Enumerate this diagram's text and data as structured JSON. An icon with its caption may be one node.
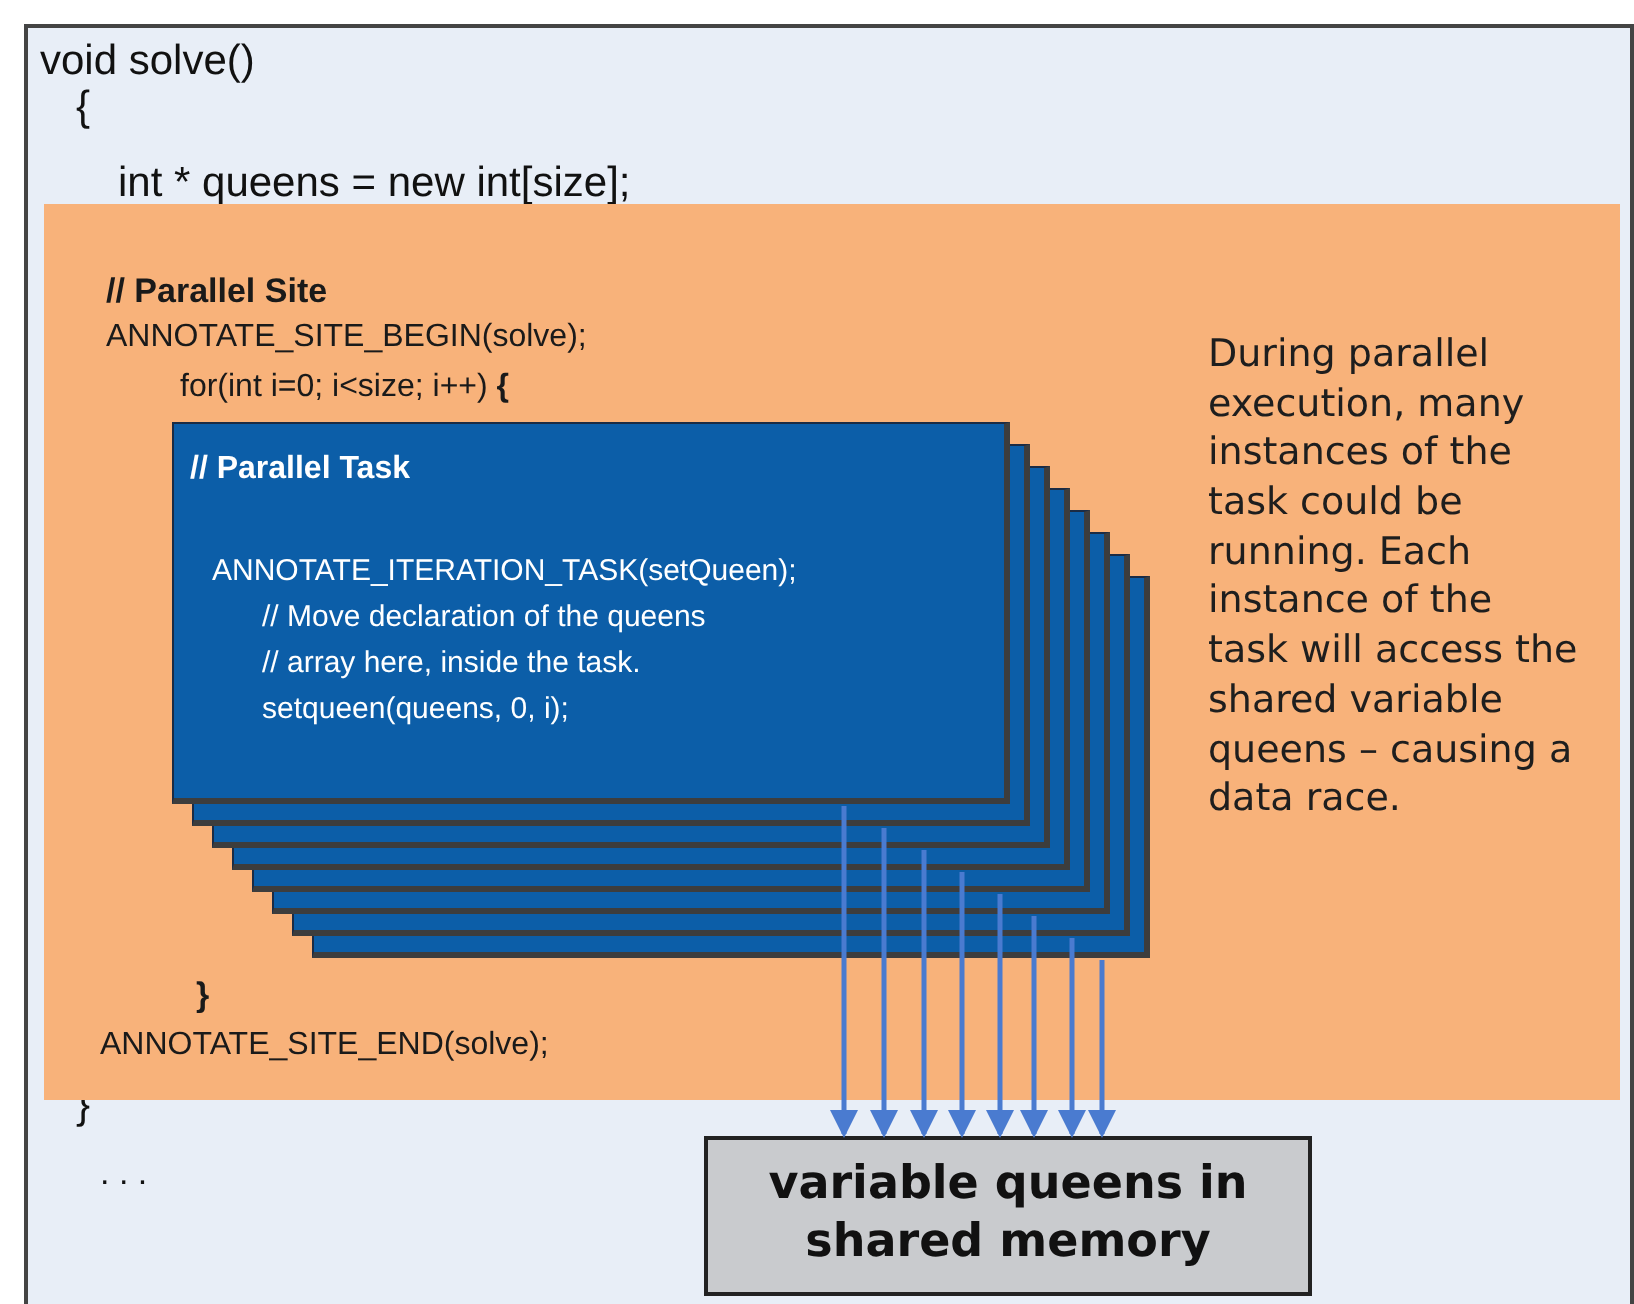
{
  "diagram": {
    "nodes": [
      {
        "text": [
          "void solve()",
          "{",
          "int * queens = new int[size];",
          "}",
          ". . ."
        ]
      },
      {
        "text": [
          "// Parallel Site",
          "ANNOTATE_SITE_BEGIN(solve);",
          "for(int i=0; i<size; i++)  **{**",
          "}",
          "ANNOTATE_SITE_END(solve);",
          "During parallel execution, many instances of the task could be running. Each instance of the task will access the shared variable queens – causing a data race."
        ],
        "in": 0
      },
      {
        "text": [
          "// Parallel Task",
          "ANNOTATE_ITERATION_TASK(setQueen);",
          "// Move declaration of the queens",
          "// array here, inside the task.",
          "setqueen(queens, 0, i);"
        ],
        "in": 1
      },
      {
        "text": [],
        "shape": "box",
        "in": 1
      },
      {
        "text": [],
        "shape": "box",
        "in": 1
      },
      {
        "text": [],
        "shape": "box",
        "in": 1
      },
      {
        "text": [],
        "shape": "box",
        "in": 1
      },
      {
        "text": [],
        "shape": "box",
        "in": 1
      },
      {
        "text": [],
        "shape": "box",
        "in": 1
      },
      {
        "text": [],
        "shape": "box",
        "in": 1
      },
      {
        "text": [
          "variable queens in shared memory"
        ],
        "in": 0
      }
    ],
    "edges": [
      {
        "from": 2,
        "to": 10,
        "arrow": "to"
      },
      {
        "from": 3,
        "to": 10,
        "arrow": "to"
      },
      {
        "from": 4,
        "to": 10,
        "arrow": "to"
      },
      {
        "from": 5,
        "to": 10,
        "arrow": "to"
      },
      {
        "from": 6,
        "to": 10,
        "arrow": "to"
      },
      {
        "from": 7,
        "to": 10,
        "arrow": "to"
      },
      {
        "from": 8,
        "to": 10,
        "arrow": "to"
      },
      {
        "from": 9,
        "to": 10,
        "arrow": "to"
      }
    ]
  }
}
